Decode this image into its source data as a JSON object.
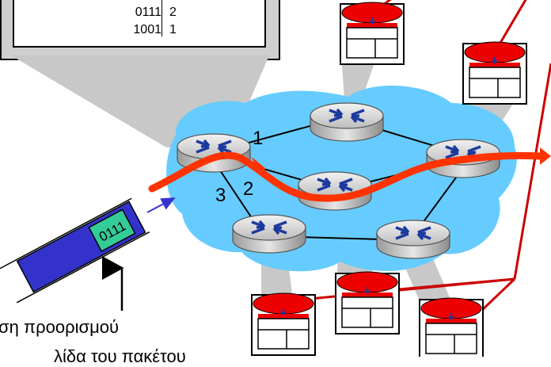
{
  "forwarding_table": {
    "rows": [
      {
        "address": "0111",
        "link": "2"
      },
      {
        "address": "1001",
        "link": "1"
      }
    ]
  },
  "packet": {
    "header_value": "0111"
  },
  "link_labels": [
    "1",
    "2",
    "3"
  ],
  "caption": {
    "line1": "ση προορισμού",
    "line2": "λίδα του πακέτου"
  },
  "colors": {
    "network_cloud": "#66ccff",
    "flow_arrow": "#ff3300",
    "control_lines": "#cc0000",
    "router_body": "#d9d9d9",
    "router_icon": "#1c3a9e",
    "packet_body": "#3333cc",
    "packet_header": "#33cc99",
    "table_header": "#ff0000",
    "shadow_beam": "#c8c8c8"
  }
}
